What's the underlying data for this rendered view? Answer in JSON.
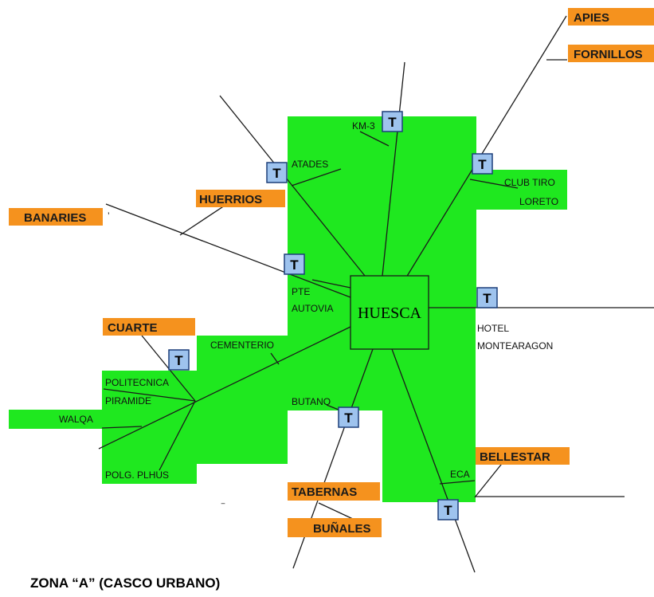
{
  "map": {
    "title": "ZONA “A” (CASCO URBANO)",
    "center_label": "HUESCA",
    "transfer_marker": "T",
    "colors": {
      "zone": "#1FE81F",
      "destination_box": "#F5921E",
      "marker_fill": "#9EC3EE",
      "line": "#1a1a1a"
    },
    "destinations": {
      "apies": "APIES",
      "fornillos": "FORNILLOS",
      "huerrios": "HUERRIOS",
      "banaries": "BANARIES",
      "cuarte": "CUARTE",
      "bellestar": "BELLESTAR",
      "tabernas": "TABERNAS",
      "bunales": "BUÑALES"
    },
    "stops": {
      "km3": "KM-3",
      "atades": "ATADES",
      "club_tiro": "CLUB TIRO",
      "loreto": "LORETO",
      "pte": "PTE",
      "autovia": "AUTOVIA",
      "hotel": "HOTEL",
      "montearagon": "MONTEARAGON",
      "cementerio": "CEMENTERIO",
      "politecnica": "POLITECNICA",
      "piramide": "PIRAMIDE",
      "walqa": "WALQA",
      "polg_plhus": "POLG. PLHUS",
      "butano": "BUTANO",
      "eca": "ECA"
    },
    "stray_marks": [
      "’",
      "‾"
    ]
  }
}
